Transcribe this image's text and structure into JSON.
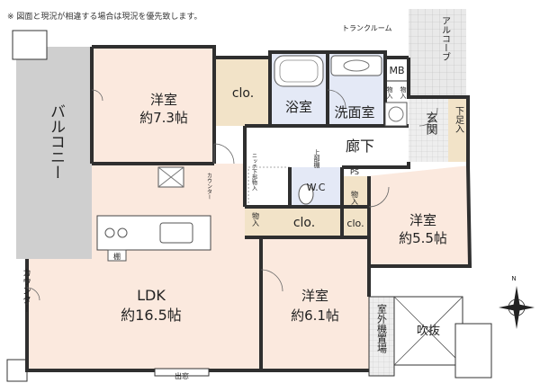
{
  "note": "※ 図面と現況が相違する場合は現況を優先致します。",
  "rooms": {
    "balcony": "バルコニー",
    "western1_name": "洋室",
    "western1_size": "約7.3帖",
    "western2_name": "洋室",
    "western2_size": "約5.5帖",
    "western3_name": "洋室",
    "western3_size": "約6.1帖",
    "ldk_name": "LDK",
    "ldk_size": "約16.5帖",
    "bath": "浴室",
    "washroom": "洗面室",
    "corridor": "廊下",
    "entrance": "玄関",
    "wc": "W.C",
    "mb": "MB",
    "ps": "PS",
    "fukinuke": "吹抜",
    "outdoor_unit": "室外機置場",
    "trunk_room": "トランクルーム",
    "alcove": "アルコーブ",
    "shoe_storage": "下足入",
    "counter_left": "カウンター",
    "counter_small": "カウンター",
    "niche": "ニッチ下部物入",
    "upper_storage": "上部棚",
    "clo1": "clo.",
    "clo2": "clo.",
    "clo3": "clo.",
    "storage1": "物入",
    "storage2": "物入",
    "storage3": "物入",
    "storage4": "物入",
    "window": "出窓",
    "shelf": "棚"
  },
  "compass": {
    "north": "N"
  },
  "colors": {
    "wall": "#2f2f2f",
    "floor_room": "#fbe9de",
    "floor_wet": "#e4e9f6",
    "floor_closet": "#f2e3c8",
    "floor_corridor": "#ffffff",
    "balcony": "#cfcfcf",
    "tile": "#e6e6e6"
  }
}
